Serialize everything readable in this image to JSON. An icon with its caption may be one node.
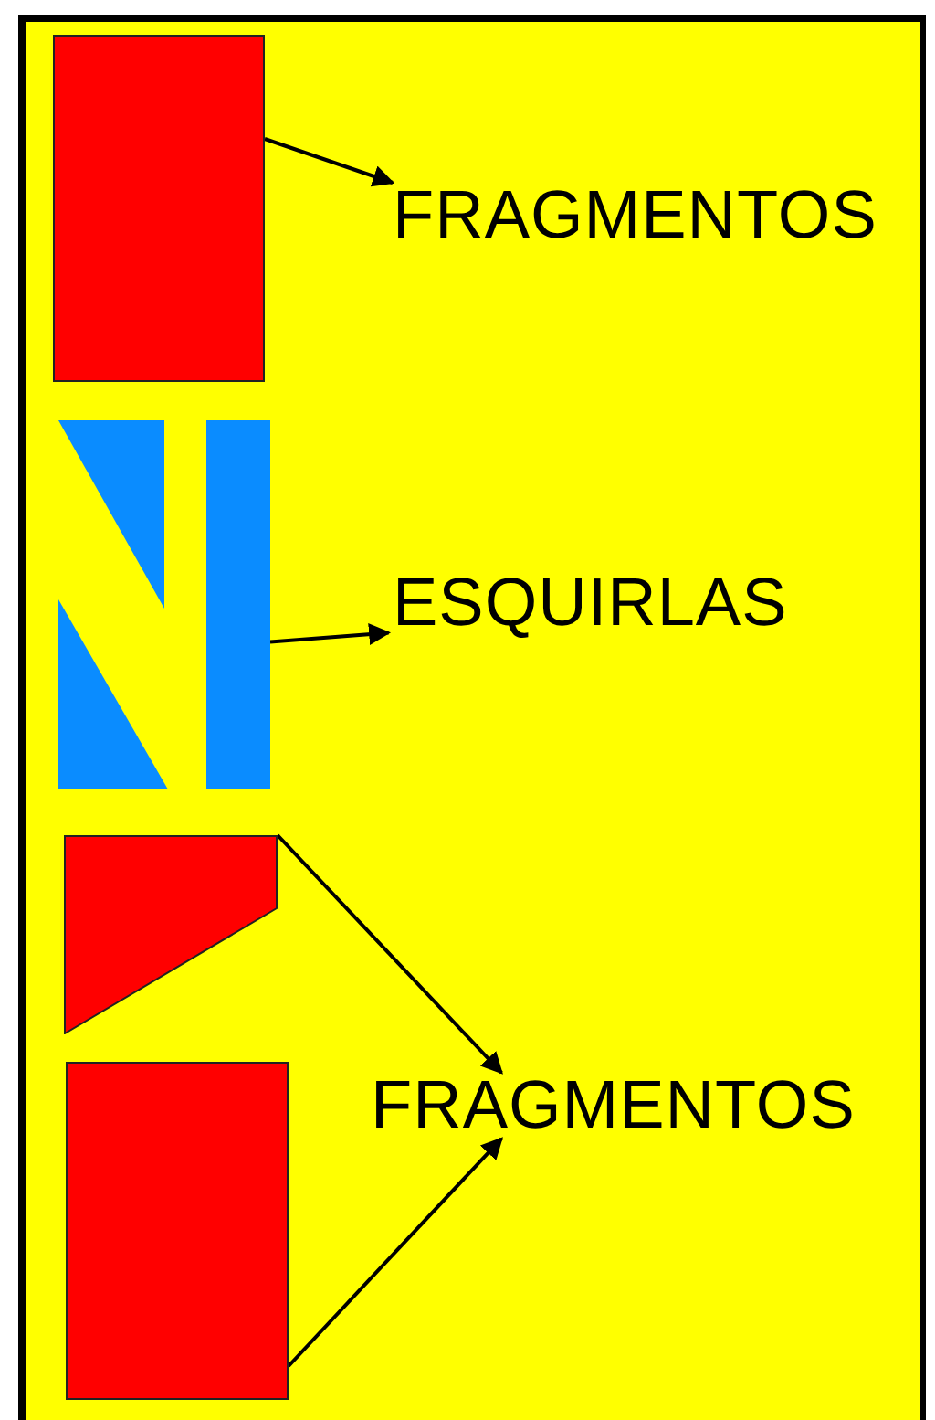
{
  "diagram": {
    "nodes": [
      {
        "text": [],
        "shape": "box"
      },
      {
        "text": [
          "FRAGMENTOS"
        ]
      },
      {
        "text": [],
        "shape": "picture"
      },
      {
        "text": [
          "ESQUIRLAS"
        ]
      },
      {
        "text": [],
        "shape": "box"
      },
      {
        "text": [],
        "shape": "box"
      },
      {
        "text": [
          "FRAGMENTOS"
        ]
      }
    ],
    "edges": [
      {
        "from": 0,
        "to": 1,
        "arrow": "to"
      },
      {
        "from": 2,
        "to": 3,
        "arrow": "to"
      },
      {
        "from": 4,
        "to": 6,
        "arrow": "to"
      },
      {
        "from": 5,
        "to": 6,
        "arrow": "to"
      }
    ]
  }
}
